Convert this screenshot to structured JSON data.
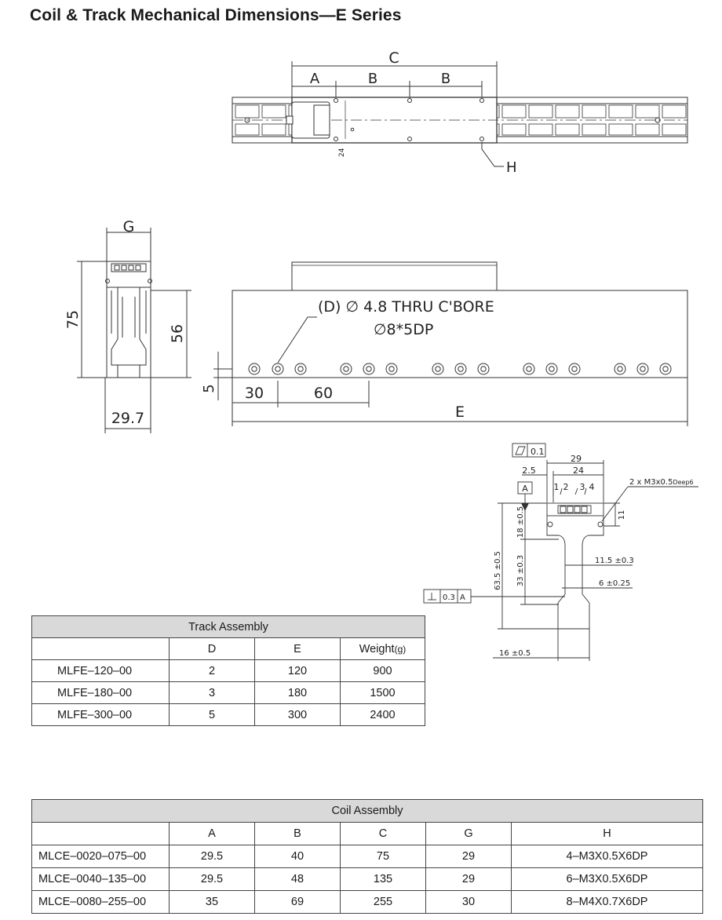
{
  "title": "Coil & Track Mechanical Dimensions—E Series",
  "drawing_labels": {
    "top": {
      "C": "C",
      "A": "A",
      "B1": "B",
      "B2": "B",
      "H": "H",
      "d24": "24"
    },
    "end": {
      "G": "G",
      "h75": "75",
      "h56": "56",
      "w297": "29.7"
    },
    "side": {
      "note1": "(D) ∅ 4.8 THRU C'BORE",
      "note2": "∅8*5DP",
      "d5": "5",
      "d30": "30",
      "d60": "60",
      "E": "E"
    },
    "detail": {
      "flat": "0.1",
      "d29": "29",
      "d25": "2.5",
      "d24": "24",
      "datumA": "A",
      "p1": "1",
      "p2": "2",
      "p3": "3",
      "p4": "4",
      "screw": "2 x M3x0.5",
      "screw_deep": "Deep6",
      "d11": "11",
      "d18": "18 ±0.5",
      "d635": "63.5 ±0.5",
      "d33": "33 ±0.3",
      "d115": "11.5 ±0.3",
      "d6": "6 ±0.25",
      "perp_val": "0.3",
      "perp_ref": "A",
      "d16": "16 ±0.5"
    }
  },
  "track_table": {
    "caption": "Track  Assembly",
    "headers": [
      "",
      "D",
      "E",
      "Weight"
    ],
    "weight_unit": "(g)",
    "rows": [
      [
        "MLFE–120–00",
        "2",
        "120",
        "900"
      ],
      [
        "MLFE–180–00",
        "3",
        "180",
        "1500"
      ],
      [
        "MLFE–300–00",
        "5",
        "300",
        "2400"
      ]
    ]
  },
  "coil_table": {
    "caption": "Coil  Assembly",
    "headers": [
      "",
      "A",
      "B",
      "C",
      "G",
      "H"
    ],
    "rows": [
      [
        "MLCE–0020–075–00",
        "29.5",
        "40",
        "75",
        "29",
        "4–M3X0.5X6DP"
      ],
      [
        "MLCE–0040–135–00",
        "29.5",
        "48",
        "135",
        "29",
        "6–M3X0.5X6DP"
      ],
      [
        "MLCE–0080–255–00",
        "35",
        "69",
        "255",
        "30",
        "8–M4X0.7X6DP"
      ]
    ]
  }
}
